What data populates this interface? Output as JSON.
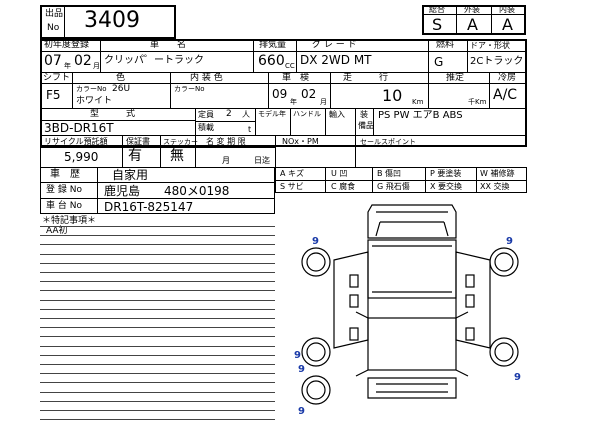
{
  "header": {
    "lot_label_top": "出品",
    "lot_label_bottom": "No",
    "lot_number": "3409",
    "grade_labels": [
      "総合",
      "外装",
      "内装"
    ],
    "grade_values": [
      "S",
      "A",
      "A"
    ]
  },
  "row1": {
    "first_reg_label": "初年度登録",
    "name_label": "車　　名",
    "displacement_label": "排気量",
    "grade_label": "グ レ ー ド",
    "fuel_label": "燃料",
    "door_label": "ドア・形状",
    "year": "07",
    "year_unit": "年",
    "month": "02",
    "month_unit": "月",
    "name": "クリッパ゜ートラック",
    "displacement": "660",
    "displacement_unit": "CC",
    "grade": "DX 2WD MT",
    "fuel": "G",
    "body_type": "2Cトラック"
  },
  "row2": {
    "shift_label": "シフト",
    "color_label": "色",
    "interior_label": "内 装 色",
    "inspection_label": "車　検",
    "mileage_label": "走　　　行",
    "estimate_label": "推定",
    "ac_label": "冷房",
    "shift": "F5",
    "color_no_label": "カラーNo",
    "color_no": "26U",
    "color_name": "ホワイト",
    "interior_color_no_label": "カラーNo",
    "inspection_year": "09",
    "inspection_year_unit": "年",
    "inspection_month": "02",
    "inspection_month_unit": "月",
    "mileage": "10",
    "mileage_unit": "Km",
    "estimate_unit": "千Km",
    "ac": "A/C"
  },
  "row3": {
    "model_label": "型　　　式",
    "model": "3BD-DR16T",
    "capacity_label": "定員",
    "capacity": "2",
    "capacity_unit": "人",
    "load_label": "積載",
    "load_unit": "t",
    "model_year_label": "モデル年",
    "steering_label": "ハンドル",
    "import_label": "輸入",
    "equipment_label_top": "装",
    "equipment_label_bottom": "備品",
    "equipment": "PS PW エアB ABS"
  },
  "row4": {
    "recycle_label": "リサイクル預託額",
    "warranty_label": "保証書",
    "sticker_label": "ステッカー",
    "change_date_label": "名 変 期 限",
    "nox_label": "NOx・PM",
    "selling_point_label": "セールスポイント",
    "recycle": "5,990",
    "warranty": "有",
    "sticker": "無",
    "change_month_unit": "月",
    "change_day_unit": "日迄"
  },
  "history": {
    "history_label": "車　歴",
    "history": "自家用",
    "reg_label": "登 録 No",
    "reg": "鹿児島　　480メ0198",
    "chassis_label": "車 台 No",
    "chassis": "DR16T-825147"
  },
  "legend": {
    "row1": [
      "A キズ",
      "U 凹",
      "B 傷凹",
      "P 要塗装",
      "W 補修跡"
    ],
    "row2": [
      "S サビ",
      "C 腐食",
      "G 飛石傷",
      "X 要交換",
      "XX 交換"
    ]
  },
  "notes": {
    "title": "＊特記事項＊",
    "line1": "AA初"
  },
  "diagram_marks": [
    "9",
    "9",
    "9",
    "9",
    "9",
    "9"
  ],
  "colors": {
    "mark": "#1a3aa8"
  }
}
